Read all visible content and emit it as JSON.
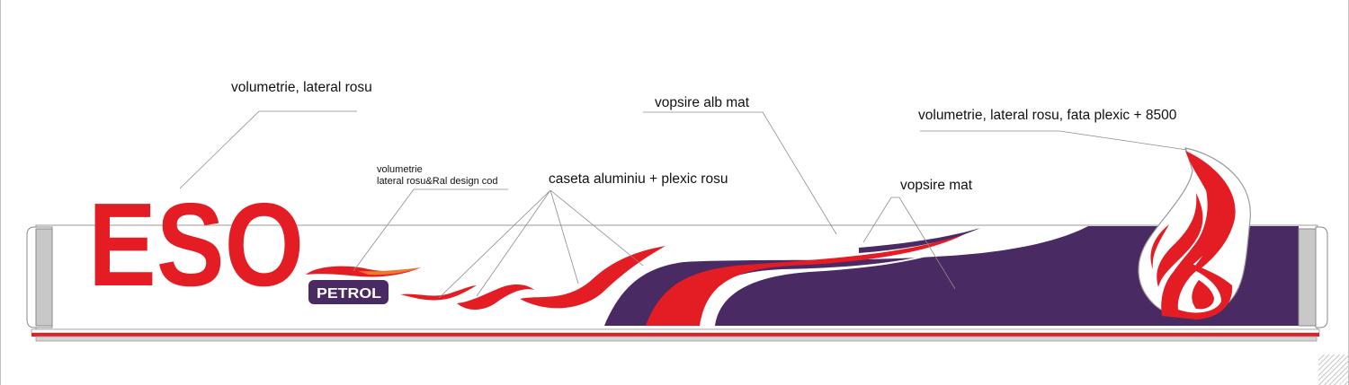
{
  "brand": {
    "name": "ESO",
    "sub": "PETROL"
  },
  "annotations": {
    "volumetrie_lateral": "volumetrie, lateral rosu",
    "volumetrie_small_1": "volumetrie",
    "volumetrie_small_2": "lateral rosu&Ral design cod",
    "caseta": "caseta aluminiu + plexic rosu",
    "vopsire_alb": "vopsire alb mat",
    "vopsire_mat": "vopsire mat",
    "flame_note": "volumetrie, lateral rosu, fata plexic + 8500"
  },
  "colors": {
    "red": "#e31d23",
    "purple": "#4a2a63",
    "orange": "#f2782a",
    "gray_panel": "#c8c8c8",
    "outline": "#9a9a9a"
  }
}
